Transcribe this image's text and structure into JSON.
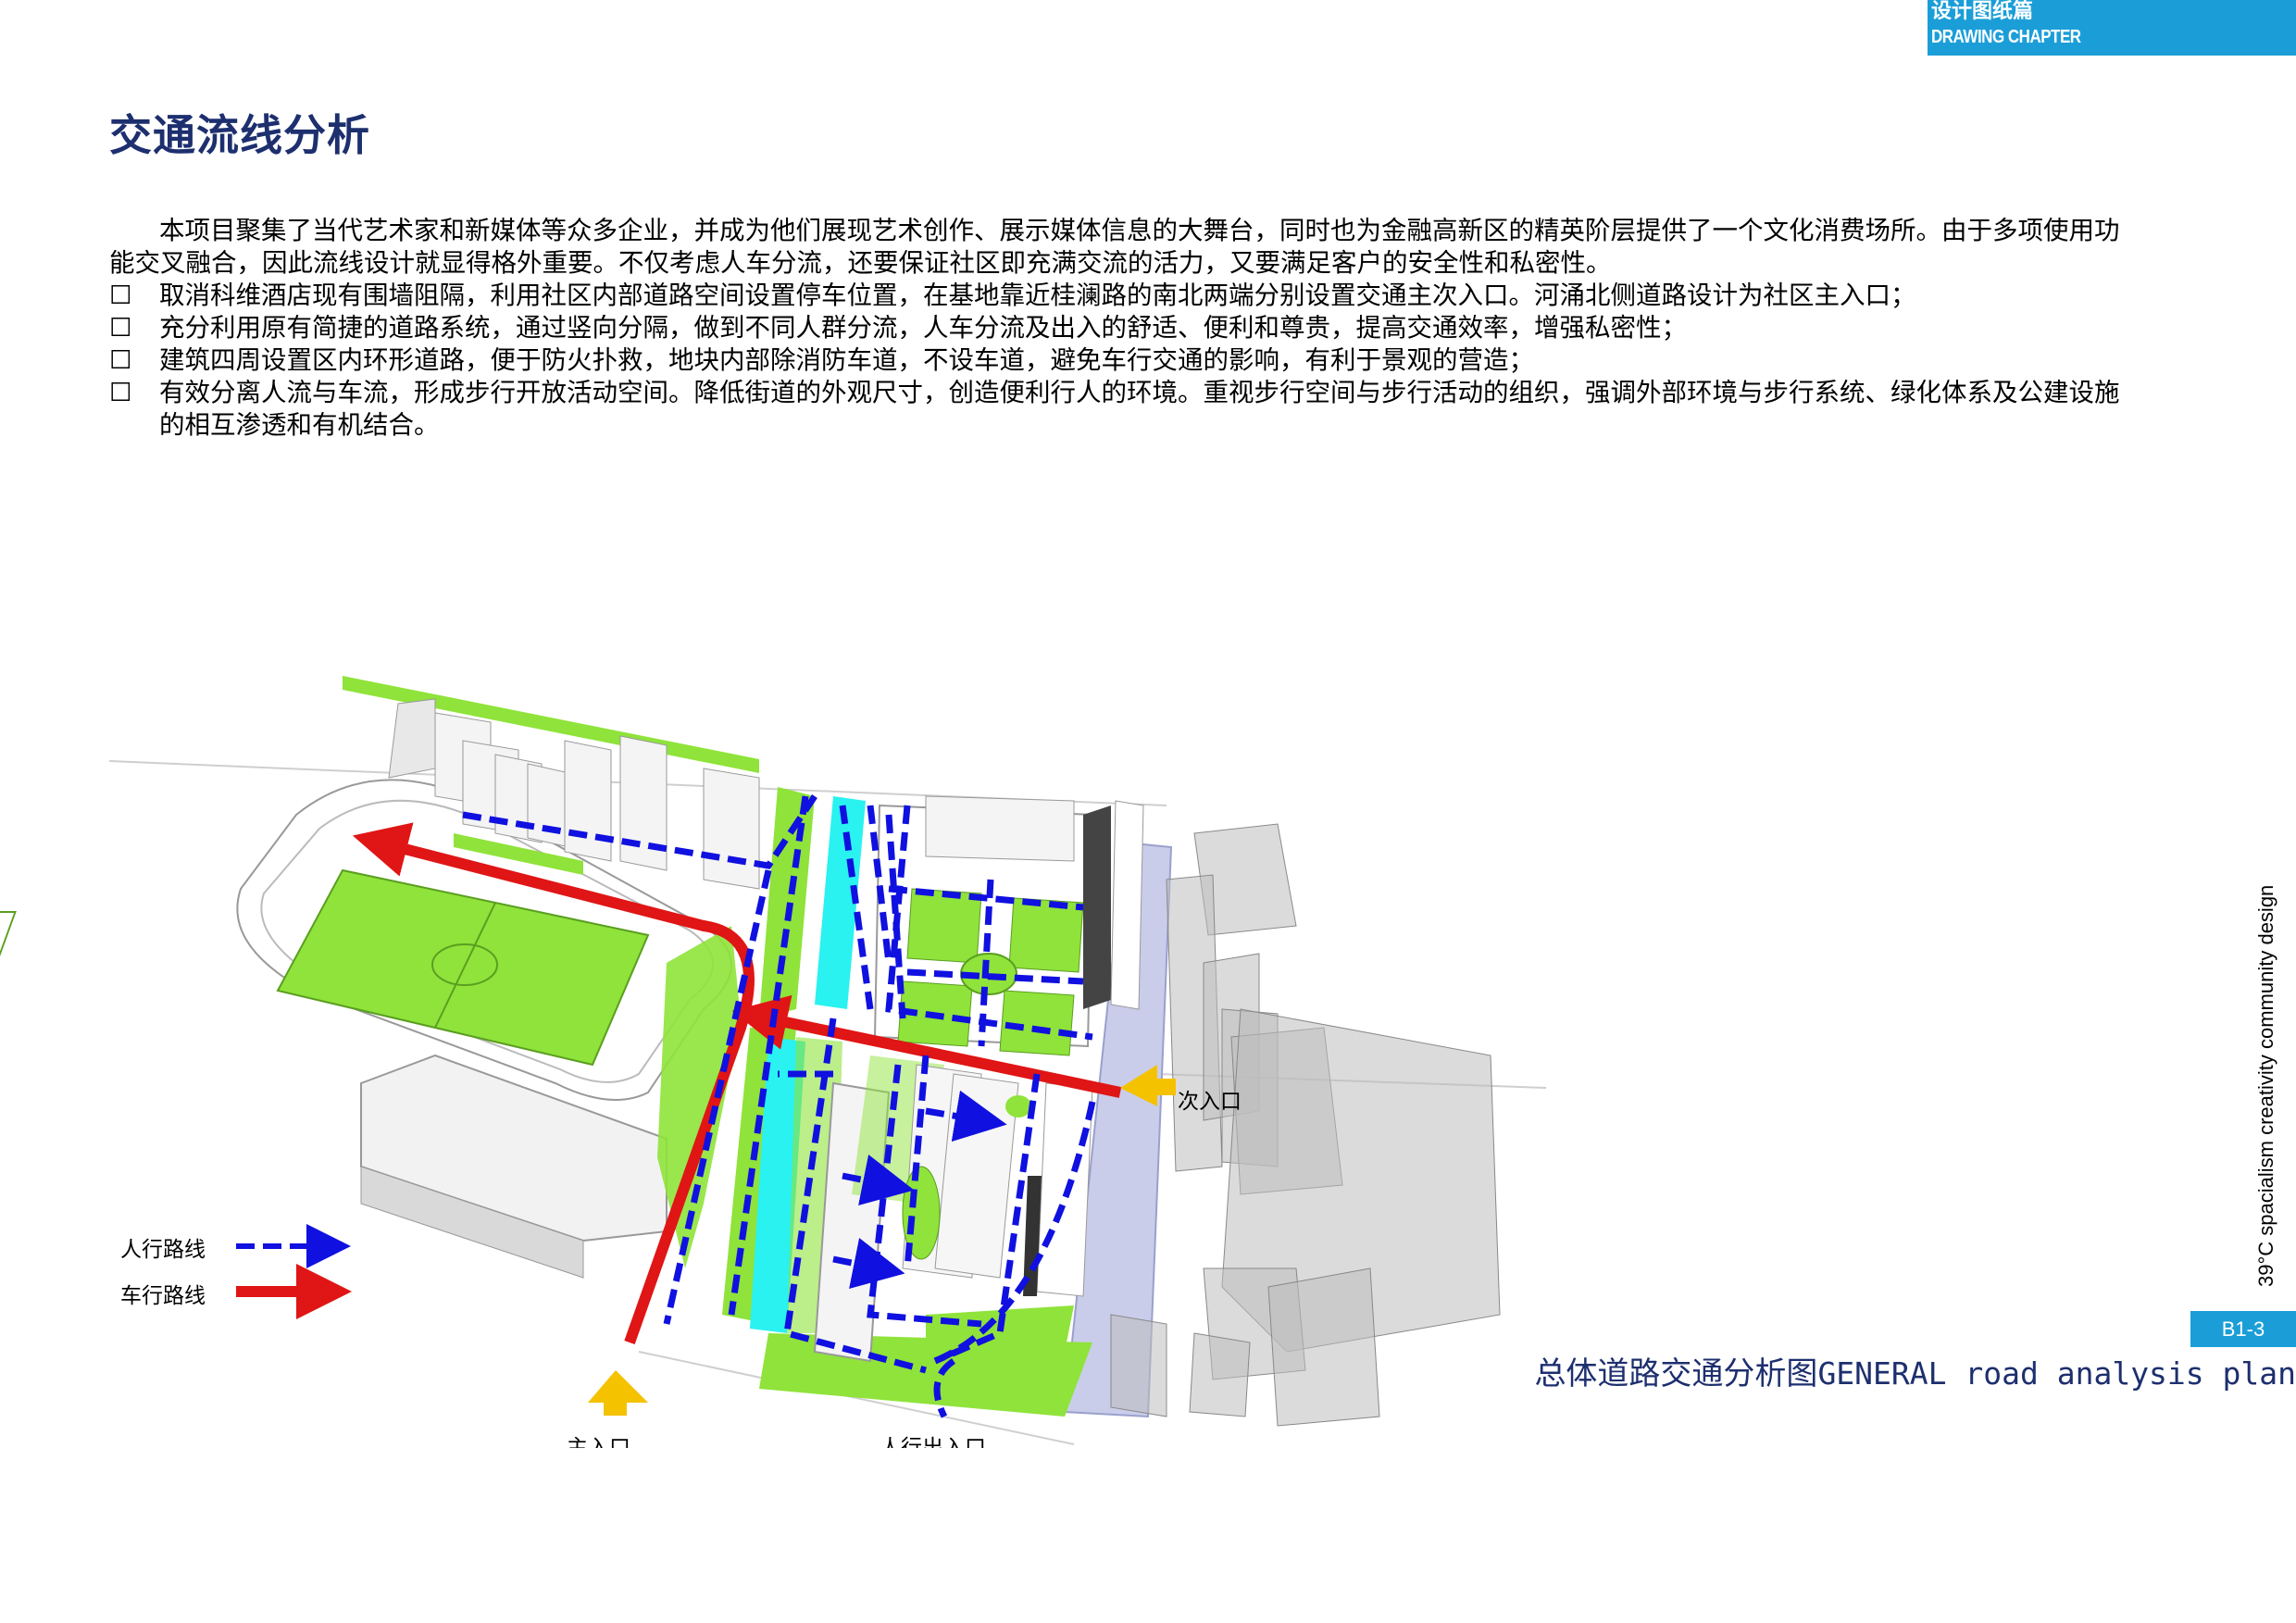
{
  "header": {
    "chapter_zh": "设计图纸篇",
    "chapter_en": "DRAWING CHAPTER"
  },
  "page_title": "交通流线分析",
  "intro": {
    "paragraph": "本项目聚集了当代艺术家和新媒体等众多企业，并成为他们展现艺术创作、展示媒体信息的大舞台，同时也为金融高新区的精英阶层提供了一个文化消费场所。由于多项使用功能交叉融合，因此流线设计就显得格外重要。不仅考虑人车分流，还要保证社区即充满交流的活力，又要满足客户的安全性和私密性。",
    "bullet_mark": "☐",
    "bullets": [
      "取消科维酒店现有围墙阻隔，利用社区内部道路空间设置停车位置，在基地靠近桂澜路的南北两端分别设置交通主次入口。河涌北侧道路设计为社区主入口；",
      "充分利用原有简捷的道路系统，通过竖向分隔，做到不同人群分流，人车分流及出入的舒适、便利和尊贵，提高交通效率，增强私密性；",
      "建筑四周设置区内环形道路，便于防火扑救，地块内部除消防车道，不设车道，避免车行交通的影响，有利于景观的营造；",
      "有效分离人流与车流，形成步行开放活动空间。降低街道的外观尺寸，创造便利行人的环境。重视步行空间与步行活动的组织，强调外部环境与步行系统、绿化体系及公建设施的相互渗透和有机结合。"
    ]
  },
  "diagram": {
    "labels": {
      "secondary_entrance": "次入口",
      "main_entrance": "主入口",
      "pedestrian_entrance": "人行出入口"
    },
    "legend": {
      "pedestrian": "人行路线",
      "vehicle": "车行路线"
    },
    "colors": {
      "pedestrian_route": "#1010e0",
      "vehicle_route": "#e01515",
      "green": "#8fe33a",
      "water": "#29f2f0",
      "road": "#c9cdea",
      "entrance_arrow": "#f5c200"
    }
  },
  "sidebar": {
    "vertical_text": "39°C spacialism creativity community design",
    "page_number": "B1-3"
  },
  "caption": {
    "zh": "总体道路交通分析图",
    "en": "GENERAL road analysis plan"
  }
}
